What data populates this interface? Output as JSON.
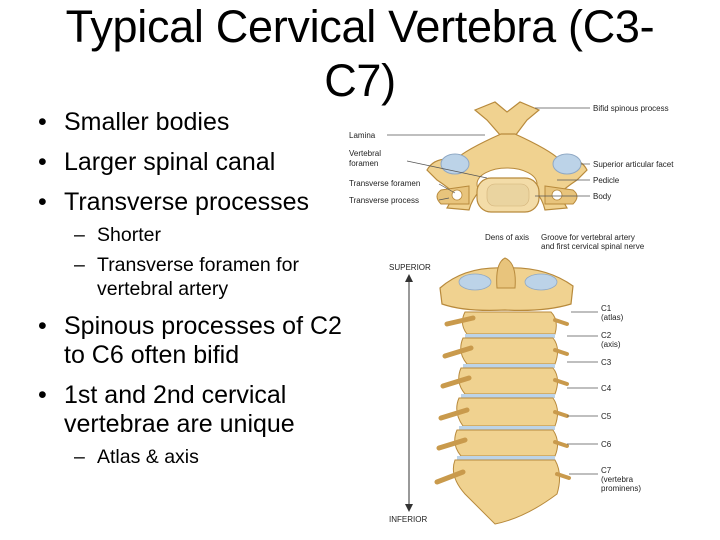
{
  "slide": {
    "title_line1": "Typical Cervical Vertebra (C3-",
    "title_line2": "C7)",
    "bullets": [
      {
        "text": "Smaller bodies"
      },
      {
        "text": "Larger spinal canal"
      },
      {
        "text": "Transverse processes"
      },
      {
        "sub": "Shorter"
      },
      {
        "sub": "Transverse foramen for vertebral artery"
      },
      {
        "text": "Spinous processes of C2 to C6 often bifid"
      },
      {
        "text": "1st and 2nd cervical vertebrae are unique"
      },
      {
        "sub": "Atlas & axis"
      }
    ]
  },
  "figure_top": {
    "labels": {
      "bifid_spinous": "Bifid spinous process",
      "lamina": "Lamina",
      "vertebral_foramen_1": "Vertebral",
      "vertebral_foramen_2": "foramen",
      "superior_facet": "Superior articular facet",
      "transverse_foramen": "Transverse foramen",
      "pedicle": "Pedicle",
      "transverse_process": "Transverse process",
      "body": "Body"
    }
  },
  "figure_bottom": {
    "labels": {
      "dens": "Dens of axis",
      "groove_1": "Groove for vertebral artery",
      "groove_2": "and first cervical spinal nerve",
      "superior": "SUPERIOR",
      "inferior": "INFERIOR",
      "c1": "C1",
      "c1_sub": "(atlas)",
      "c2": "C2",
      "c2_sub": "(axis)",
      "c3": "C3",
      "c4": "C4",
      "c5": "C5",
      "c6": "C6",
      "c7": "C7",
      "c7_sub1": "(vertebra",
      "c7_sub2": "prominens)"
    }
  },
  "colors": {
    "bone": "#f0d290",
    "bone_dark": "#c99a4c",
    "cartilage": "#bcd3e8"
  }
}
